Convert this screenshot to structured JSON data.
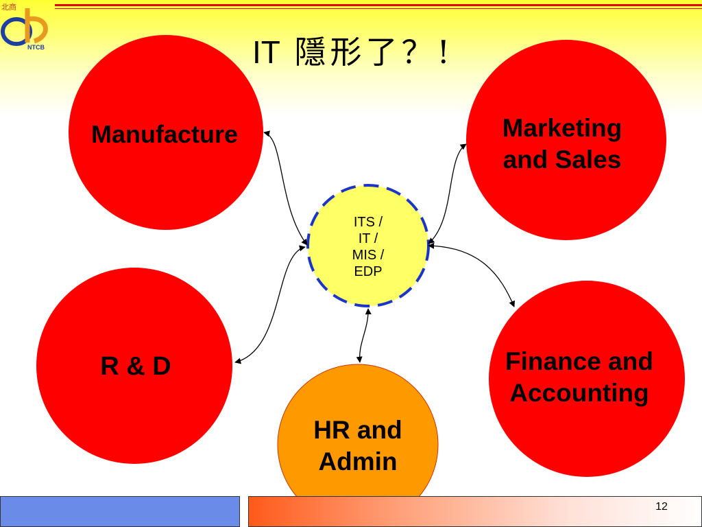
{
  "slide": {
    "title_latin": "IT",
    "title_cjk": "隱形了？!",
    "page_number": "12"
  },
  "logo": {
    "text_top": "北商",
    "text_brand": "NTCB"
  },
  "nodes": {
    "center": "ITS /\nIT /\nMIS /\nEDP",
    "manufacture": "Manufacture",
    "marketing": "Marketing\nand Sales",
    "rd": "R & D",
    "finance": "Finance and\nAccounting",
    "hr": "HR and\nAdmin"
  },
  "colors": {
    "department_fill": "#ff0000",
    "hr_fill": "#ff9900",
    "center_fill": "#ffff66",
    "center_border": "#1a35c8",
    "footer_left": "#6b8be8",
    "footer_right_start": "#ff5a1a",
    "title_line": "#e60000"
  }
}
